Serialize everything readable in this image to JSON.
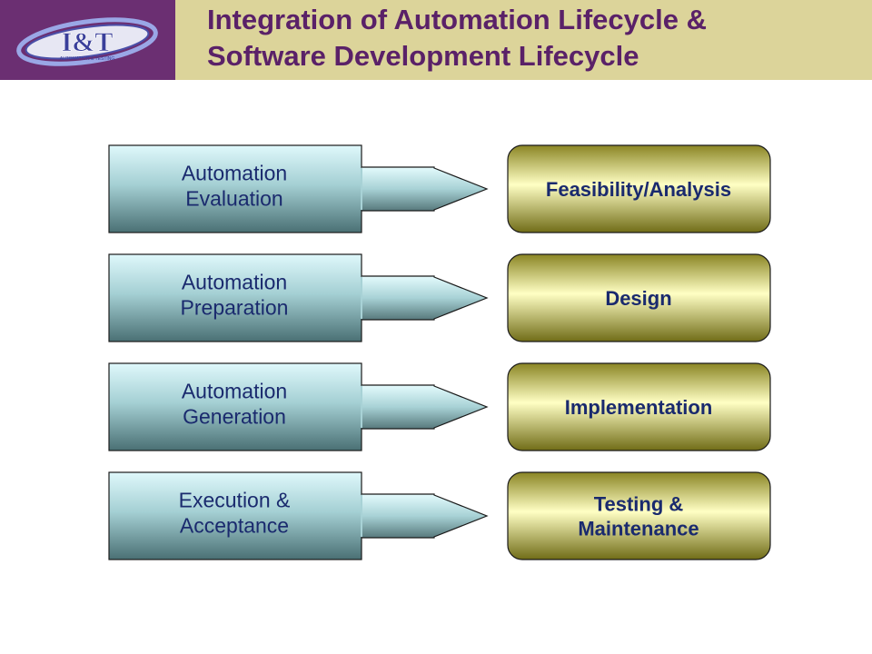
{
  "header": {
    "title_line1": "Integration of Automation Lifecycle &",
    "title_line2": "Software Development Lifecycle",
    "logo_text": "I&T",
    "logo_subtext": "AUTOMATION & TESTING"
  },
  "colors": {
    "header_band": "#dcd49a",
    "logo_panel": "#6b2f72",
    "title_text": "#5a2168",
    "left_box_top": "#dff8fb",
    "left_box_bottom": "#4a7074",
    "right_box_light": "#ffffc4",
    "right_box_dark": "#706c17"
  },
  "rows": [
    {
      "automation_lines": [
        "Automation",
        "Evaluation"
      ],
      "sdlc_lines": [
        "Feasibility/Analysis"
      ]
    },
    {
      "automation_lines": [
        "Automation",
        "Preparation"
      ],
      "sdlc_lines": [
        "Design"
      ]
    },
    {
      "automation_lines": [
        "Automation",
        "Generation"
      ],
      "sdlc_lines": [
        "Implementation"
      ]
    },
    {
      "automation_lines": [
        "Execution &",
        "Acceptance"
      ],
      "sdlc_lines": [
        "Testing &",
        "Maintenance"
      ]
    }
  ]
}
